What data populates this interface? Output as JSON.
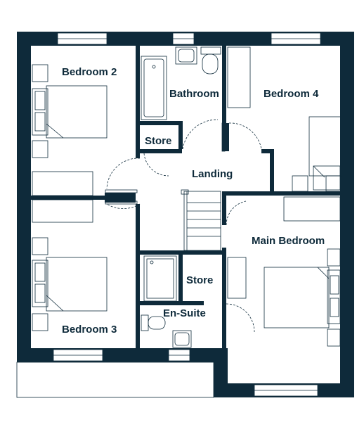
{
  "colors": {
    "wall": "#0e2a3a",
    "background": "#ffffff"
  },
  "rooms": {
    "bedroom2": "Bedroom 2",
    "bathroom": "Bathroom",
    "bedroom4": "Bedroom 4",
    "store_upper": "Store",
    "landing": "Landing",
    "main_bedroom": "Main Bedroom",
    "store_lower": "Store",
    "ensuite": "En-Suite",
    "bedroom3": "Bedroom 3"
  }
}
